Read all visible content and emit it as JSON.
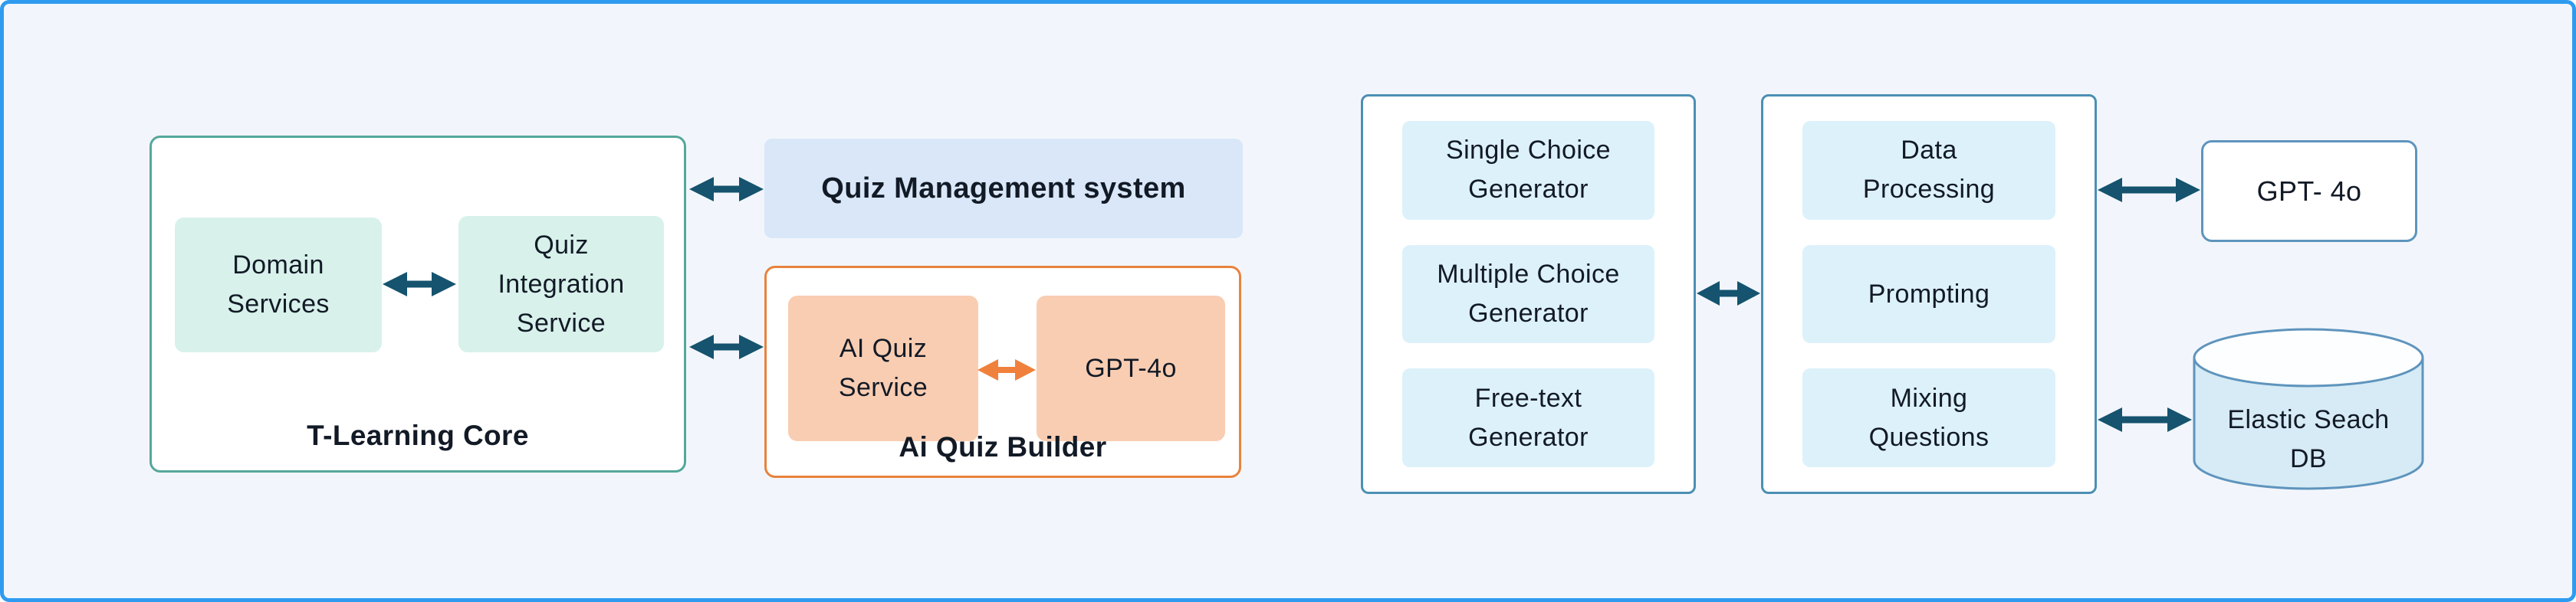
{
  "colors": {
    "frame_border": "#2F9BF0",
    "canvas_bg": "#F2F6FC",
    "text": "#121A26",
    "arrow_teal": "#15536E",
    "arrow_orange": "#F0813C",
    "core_border": "#55A79A",
    "mint_fill": "#D8F1EB",
    "mgmt_fill": "#D9E7F8",
    "builder_border": "#E8823C",
    "peach_fill": "#F9CDB2",
    "panel_border": "#4C8FB4",
    "lightblue_fill": "#DDF1FA",
    "external_border": "#5E94BD",
    "db_body_fill": "#D6EBF5",
    "db_top_fill": "#FDFEFF",
    "node_bg": "#FFFFFF"
  },
  "nodes": {
    "t_learning_core": {
      "label": "T-Learning Core",
      "domain_services": "Domain\nServices",
      "quiz_integration_service": "Quiz\nIntegration\nService"
    },
    "quiz_management_system": {
      "label": "Quiz Management system"
    },
    "ai_quiz_builder": {
      "label": "Ai Quiz Builder",
      "ai_quiz_service": "AI Quiz\nService",
      "gpt_4o": "GPT-4o"
    },
    "question_generators": {
      "items": [
        "Single Choice\nGenerator",
        "Multiple Choice\nGenerator",
        "Free-text\nGenerator"
      ]
    },
    "quiz_pipeline": {
      "items": [
        "Data\nProcessing",
        "Prompting",
        "Mixing\nQuestions"
      ]
    },
    "gpt_4o_external": {
      "label": "GPT- 4o"
    },
    "elastic_search_db": {
      "label": "Elastic Seach\nDB"
    }
  }
}
